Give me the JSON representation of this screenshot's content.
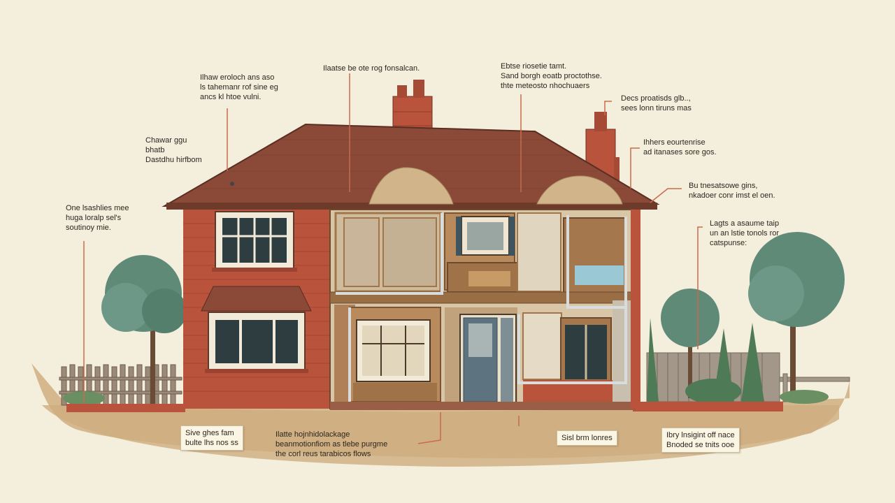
{
  "annotations": {
    "top_left_1": "Ilhaw eroloch ans aso\nls tahemanr rof sine eg\nancs kl htoe vulni.",
    "top_center": "Ilaatse be ote rog fonsalcan.",
    "top_right_1": "Ebtse riosetie tamt.\nSand borgh eoatb proctothse.\nthte meteosto nhochuaers",
    "top_right_2": "Decs proatisds glb..,\nsees lonn tiruns mas",
    "left_mid": "Chawar ggu\nbhatb\nDastdhu hirfbom",
    "right_mid": "Ihhers eourtenrise\nad itanases sore gos.",
    "left_low": "One lsashlies mee\nhuga loralp sel's\nsoutinoy mie.",
    "right_low": "Bu tnesatsowe gins,\nnkadoer conr imst el oen.",
    "right_lower": "Lagts a asaume taip\nun an lstie tonols ror\ncatspunse:"
  },
  "tags": {
    "bottom_left": "Sive ghes fam\nbulte lhs nos ss",
    "bottom_center": "Ilatte hojnhidolackage\nbeanmotionfiom as tlebe purgme\nthe corl reus tarabicos flows",
    "bottom_right_small": "Sisl brm lonres",
    "bottom_right": "Ibry lnsigint off nace\nBnoded se tnits ooe"
  },
  "colors": {
    "background": "#f4eedd",
    "brick": "#b9533b",
    "roof": "#8a4a37",
    "leader": "#c96a4a",
    "timber": "#a0764a",
    "insulation": "#ccb89a",
    "ground": "#d2b38a",
    "foliage": "#5f8a78"
  }
}
